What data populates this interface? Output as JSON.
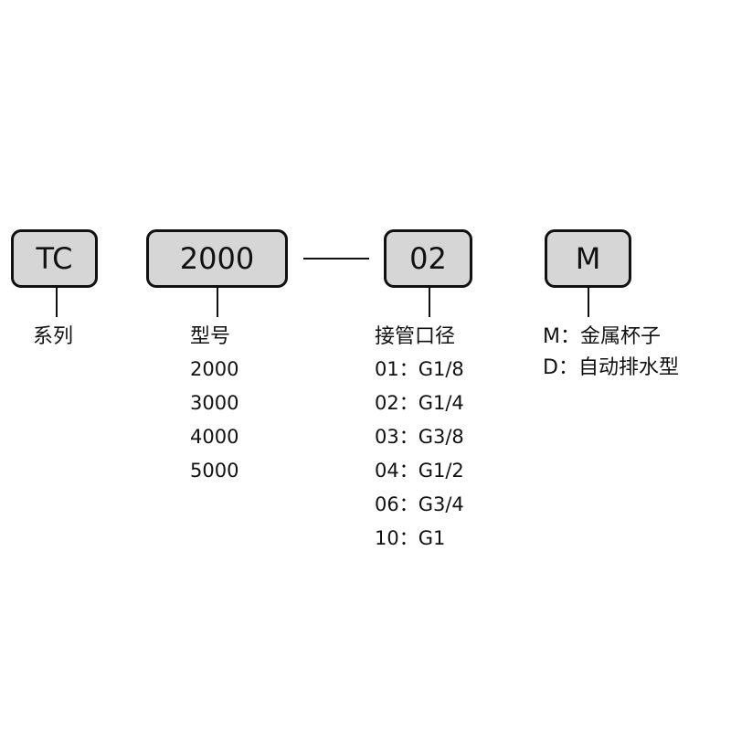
{
  "code": {
    "series": "TC",
    "model": "2000",
    "port": "02",
    "type": "M"
  },
  "legend": {
    "series": {
      "label": "系列"
    },
    "model": {
      "label": "型号",
      "options": [
        "2000",
        "3000",
        "4000",
        "5000"
      ]
    },
    "port": {
      "label": "接管口径",
      "options": [
        "01：G1/8",
        "02：G1/4",
        "03：G3/8",
        "04：G1/2",
        "06：G3/4",
        "10：G1"
      ]
    },
    "type": {
      "options": [
        "M：金属杯子",
        "D：自动排水型"
      ]
    }
  },
  "colors": {
    "box_fill": "#d6d6d6",
    "stroke": "#111111"
  }
}
